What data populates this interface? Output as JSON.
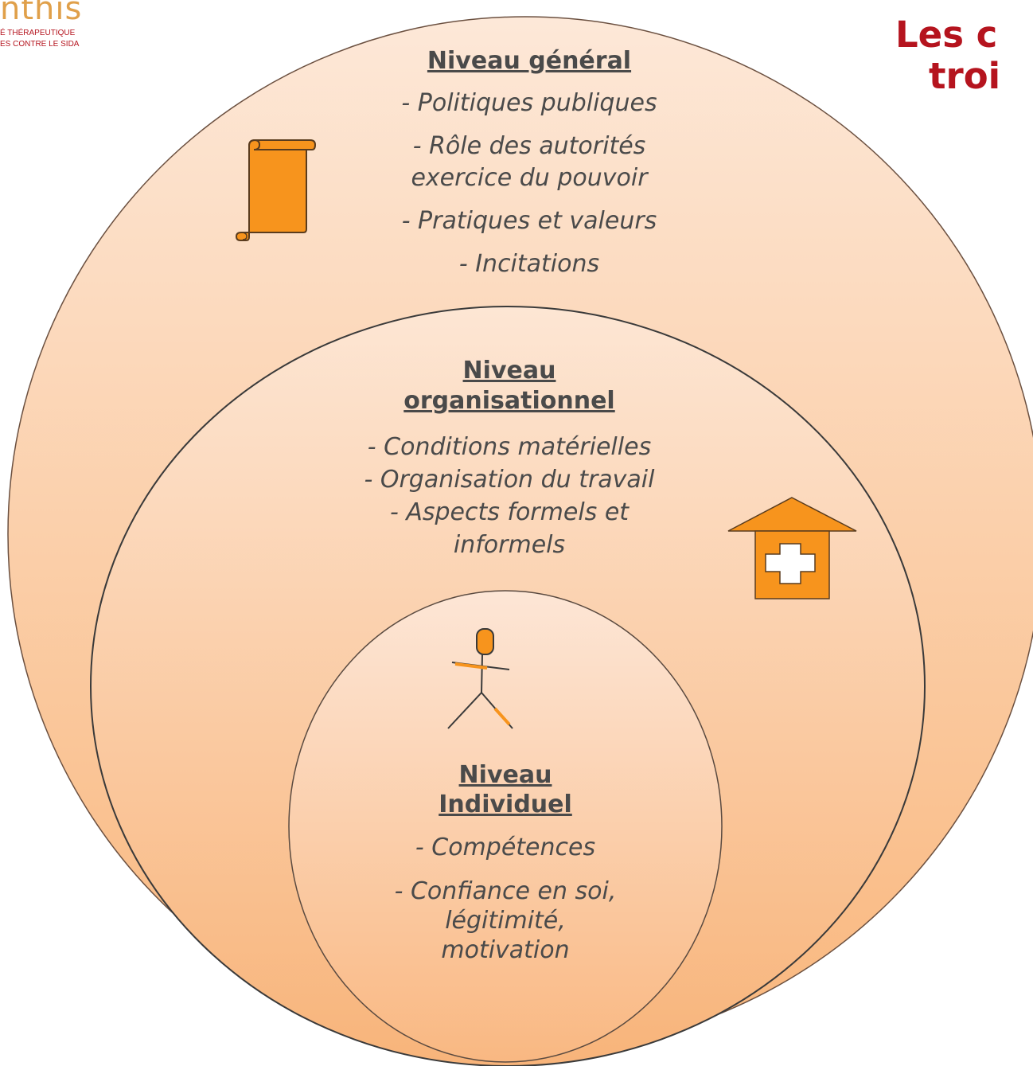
{
  "logo": {
    "word": "nthis",
    "line1": "É THÉRAPEUTIQUE",
    "line2": "ES CONTRE LE SIDA"
  },
  "title": {
    "line1": "Les c",
    "line2": "troi"
  },
  "levels": {
    "general": {
      "heading": "Niveau général",
      "items": [
        "- Politiques publiques",
        "-  Rôle des autorités",
        "exercice du pouvoir",
        "- Pratiques et valeurs",
        "- Incitations"
      ]
    },
    "organisational": {
      "heading_line1": "Niveau",
      "heading_line2": "organisationnel",
      "items": [
        "- Conditions matérielles",
        "- Organisation du travail",
        "- Aspects formels et",
        "informels"
      ]
    },
    "individual": {
      "heading_line1": "Niveau",
      "heading_line2": "Individuel",
      "items": [
        "- Compétences",
        "- Confiance en soi,",
        "légitimité,",
        "motivation"
      ]
    }
  },
  "icons": {
    "general": "scroll-icon",
    "organisational": "health-center-icon",
    "individual": "person-icon"
  },
  "colors": {
    "title": "#b5141e",
    "accent": "#f7941d",
    "circle_fill_light": "#fde4d2",
    "circle_fill_dark": "#f9b77d",
    "text": "#4a4a4a"
  }
}
